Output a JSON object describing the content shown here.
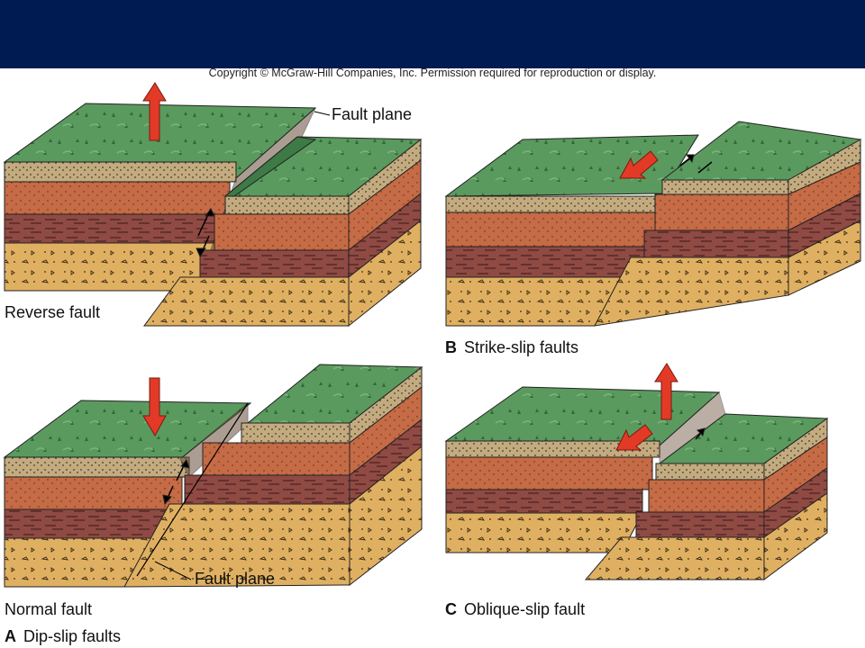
{
  "header": {
    "copyright": "Copyright © McGraw-Hill Companies, Inc. Permission required for reproduction or display."
  },
  "labels": {
    "fault_plane_top": "Fault plane",
    "fault_plane_bottom": "Fault plane",
    "reverse": "Reverse fault",
    "normal": "Normal fault",
    "b_letter": "B",
    "b_text": "Strike-slip faults",
    "c_letter": "C",
    "c_text": "Oblique-slip fault",
    "a_letter": "A",
    "a_text": "Dip-slip faults"
  },
  "colors": {
    "header": "#001a52",
    "grass": "#5b9a5e",
    "grass_dark": "#3d7a45",
    "sand": "#c4ab7e",
    "rust": "#c56b45",
    "maroon": "#8f4a44",
    "ochre": "#e0b062",
    "arrow": "#e23a27"
  }
}
